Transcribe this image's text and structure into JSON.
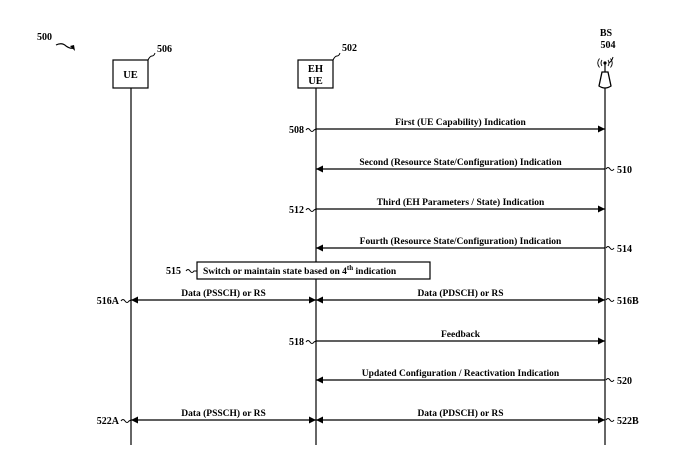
{
  "figure": {
    "ref": "500",
    "colors": {
      "ink": "#000000",
      "background": "#ffffff"
    }
  },
  "entities": [
    {
      "id": "ue",
      "label_lines": [
        "UE"
      ],
      "ref": "506",
      "kind": "box"
    },
    {
      "id": "ehue",
      "label_lines": [
        "EH",
        "UE"
      ],
      "ref": "502",
      "kind": "box"
    },
    {
      "id": "bs",
      "label_lines": [
        "BS"
      ],
      "ref": "504",
      "kind": "antenna"
    }
  ],
  "messages": [
    {
      "ref": "508",
      "label": "First (UE Capability) Indication",
      "from": "ehue",
      "to": "bs",
      "ref_side": "left"
    },
    {
      "ref": "510",
      "label": "Second (Resource State/Configuration) Indication",
      "from": "bs",
      "to": "ehue",
      "ref_side": "right"
    },
    {
      "ref": "512",
      "label": "Third (EH Parameters / State) Indication",
      "from": "ehue",
      "to": "bs",
      "ref_side": "left"
    },
    {
      "ref": "514",
      "label": "Fourth (Resource State/Configuration) Indication",
      "from": "bs",
      "to": "ehue",
      "ref_side": "right"
    },
    {
      "ref": "518",
      "label": "Feedback",
      "from": "ehue",
      "to": "bs",
      "ref_side": "left"
    },
    {
      "ref": "520",
      "label": "Updated Configuration / Reactivation Indication",
      "from": "bs",
      "to": "ehue",
      "ref_side": "right"
    }
  ],
  "action": {
    "ref": "515",
    "text_pre": "Switch or maintain state based on 4",
    "text_sup": "th",
    "text_post": " indication"
  },
  "data_exchanges": [
    {
      "left_ref": "516A",
      "right_ref": "516B",
      "sidelink_label": "Data (PSSCH) or RS",
      "downlink_label": "Data (PDSCH) or RS"
    },
    {
      "left_ref": "522A",
      "right_ref": "522B",
      "sidelink_label": "Data (PSSCH) or RS",
      "downlink_label": "Data (PDSCH) or RS"
    }
  ]
}
